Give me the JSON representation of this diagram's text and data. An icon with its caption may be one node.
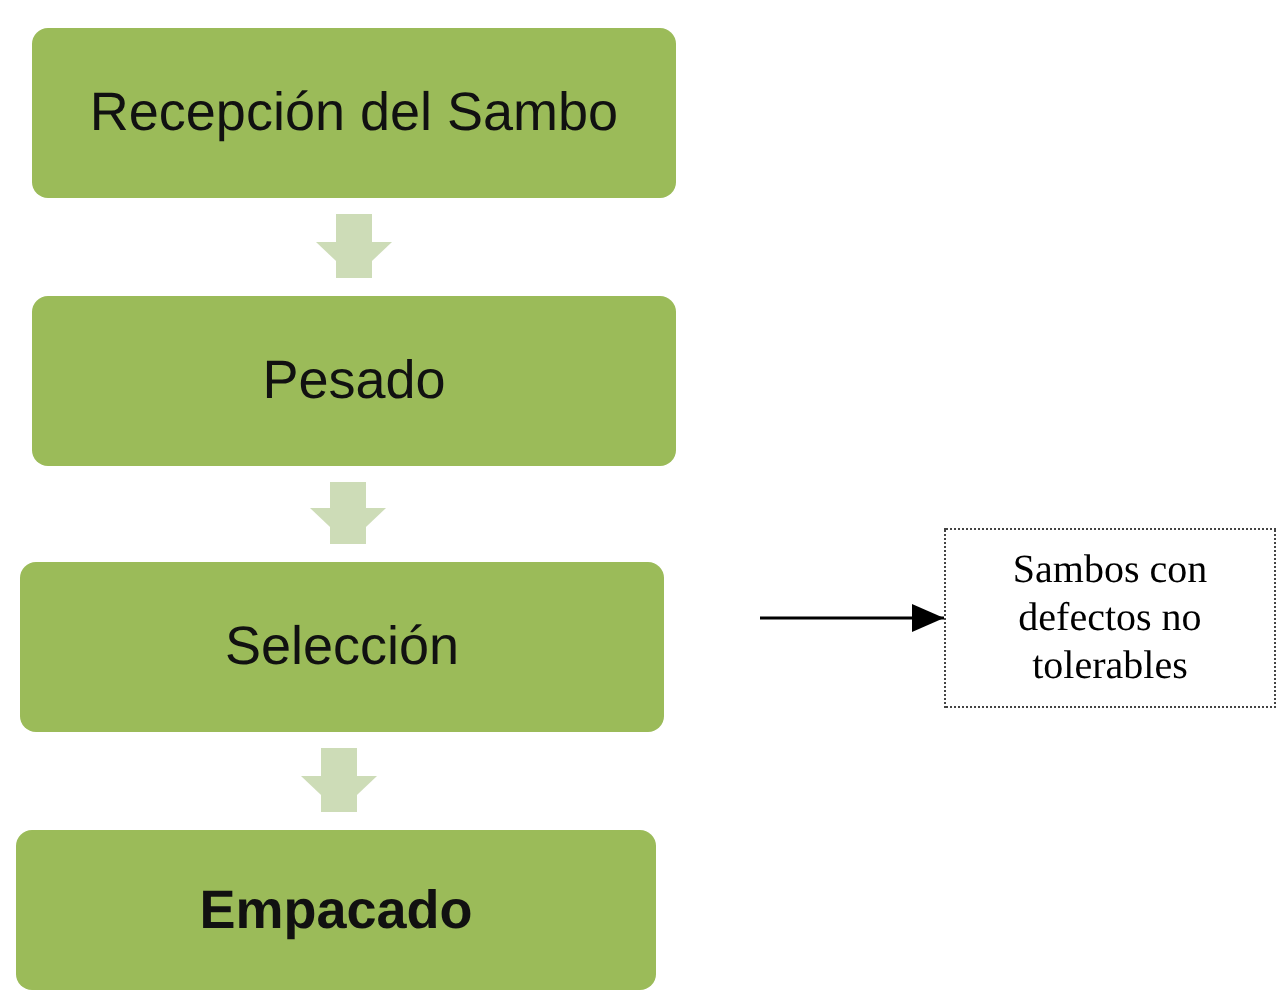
{
  "diagram": {
    "nodes": [
      {
        "text": [
          "Recepción del Sambo"
        ]
      },
      {
        "text": [
          "Pesado"
        ]
      },
      {
        "text": [
          "Selección"
        ]
      },
      {
        "text": [
          "Empacado"
        ]
      },
      {
        "text": [
          "Sambos con defectos no tolerables"
        ]
      }
    ],
    "edges": [
      {
        "from": 0,
        "to": 1,
        "arrow": "to"
      },
      {
        "from": 1,
        "to": 2,
        "arrow": "to"
      },
      {
        "from": 2,
        "to": 3,
        "arrow": "to"
      },
      {
        "from": null,
        "to": 4,
        "arrow": "to",
        "color": "#000000"
      }
    ]
  }
}
